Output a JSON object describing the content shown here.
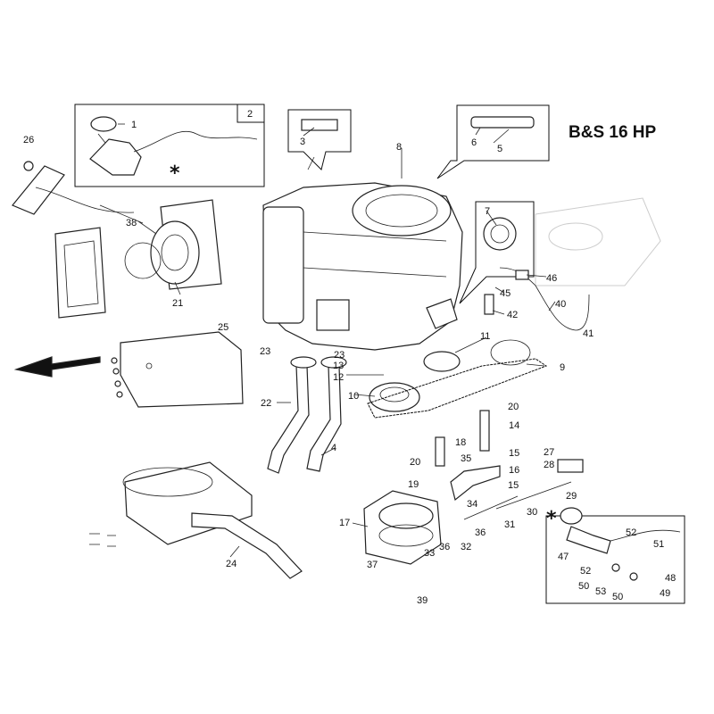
{
  "title": "B&S 16 HP",
  "highlight_color": "#c8102e",
  "star_symbol": "*",
  "callouts": [
    {
      "id": "1",
      "text": "1"
    },
    {
      "id": "2",
      "text": "2"
    },
    {
      "id": "3",
      "text": "3"
    },
    {
      "id": "4",
      "text": "4"
    },
    {
      "id": "5",
      "text": "5"
    },
    {
      "id": "6",
      "text": "6"
    },
    {
      "id": "7",
      "text": "7"
    },
    {
      "id": "8",
      "text": "8"
    },
    {
      "id": "9",
      "text": "9"
    },
    {
      "id": "10",
      "text": "10"
    },
    {
      "id": "11",
      "text": "11"
    },
    {
      "id": "12",
      "text": "12"
    },
    {
      "id": "13",
      "text": "13"
    },
    {
      "id": "14",
      "text": "14"
    },
    {
      "id": "15a",
      "text": "15"
    },
    {
      "id": "15b",
      "text": "15"
    },
    {
      "id": "16",
      "text": "16"
    },
    {
      "id": "17",
      "text": "17"
    },
    {
      "id": "18",
      "text": "18"
    },
    {
      "id": "19",
      "text": "19"
    },
    {
      "id": "20a",
      "text": "20"
    },
    {
      "id": "20b",
      "text": "20"
    },
    {
      "id": "21",
      "text": "21"
    },
    {
      "id": "22",
      "text": "22"
    },
    {
      "id": "23a",
      "text": "23"
    },
    {
      "id": "23b",
      "text": "23"
    },
    {
      "id": "24",
      "text": "24"
    },
    {
      "id": "25",
      "text": "25"
    },
    {
      "id": "26",
      "text": "26"
    },
    {
      "id": "27",
      "text": "27"
    },
    {
      "id": "28",
      "text": "28"
    },
    {
      "id": "29",
      "text": "29"
    },
    {
      "id": "30",
      "text": "30"
    },
    {
      "id": "31",
      "text": "31"
    },
    {
      "id": "32",
      "text": "32"
    },
    {
      "id": "33",
      "text": "33"
    },
    {
      "id": "34",
      "text": "34"
    },
    {
      "id": "35",
      "text": "35"
    },
    {
      "id": "36a",
      "text": "36"
    },
    {
      "id": "36b",
      "text": "36"
    },
    {
      "id": "37",
      "text": "37"
    },
    {
      "id": "38",
      "text": "38"
    },
    {
      "id": "39",
      "text": "39"
    },
    {
      "id": "40",
      "text": "40"
    },
    {
      "id": "41",
      "text": "41"
    },
    {
      "id": "42",
      "text": "42"
    },
    {
      "id": "45",
      "text": "45"
    },
    {
      "id": "46",
      "text": "46"
    },
    {
      "id": "47",
      "text": "47"
    },
    {
      "id": "48",
      "text": "48"
    },
    {
      "id": "49",
      "text": "49"
    },
    {
      "id": "50a",
      "text": "50"
    },
    {
      "id": "50b",
      "text": "50"
    },
    {
      "id": "51",
      "text": "51"
    },
    {
      "id": "52a",
      "text": "52"
    },
    {
      "id": "52b",
      "text": "52"
    },
    {
      "id": "53",
      "text": "53"
    }
  ]
}
